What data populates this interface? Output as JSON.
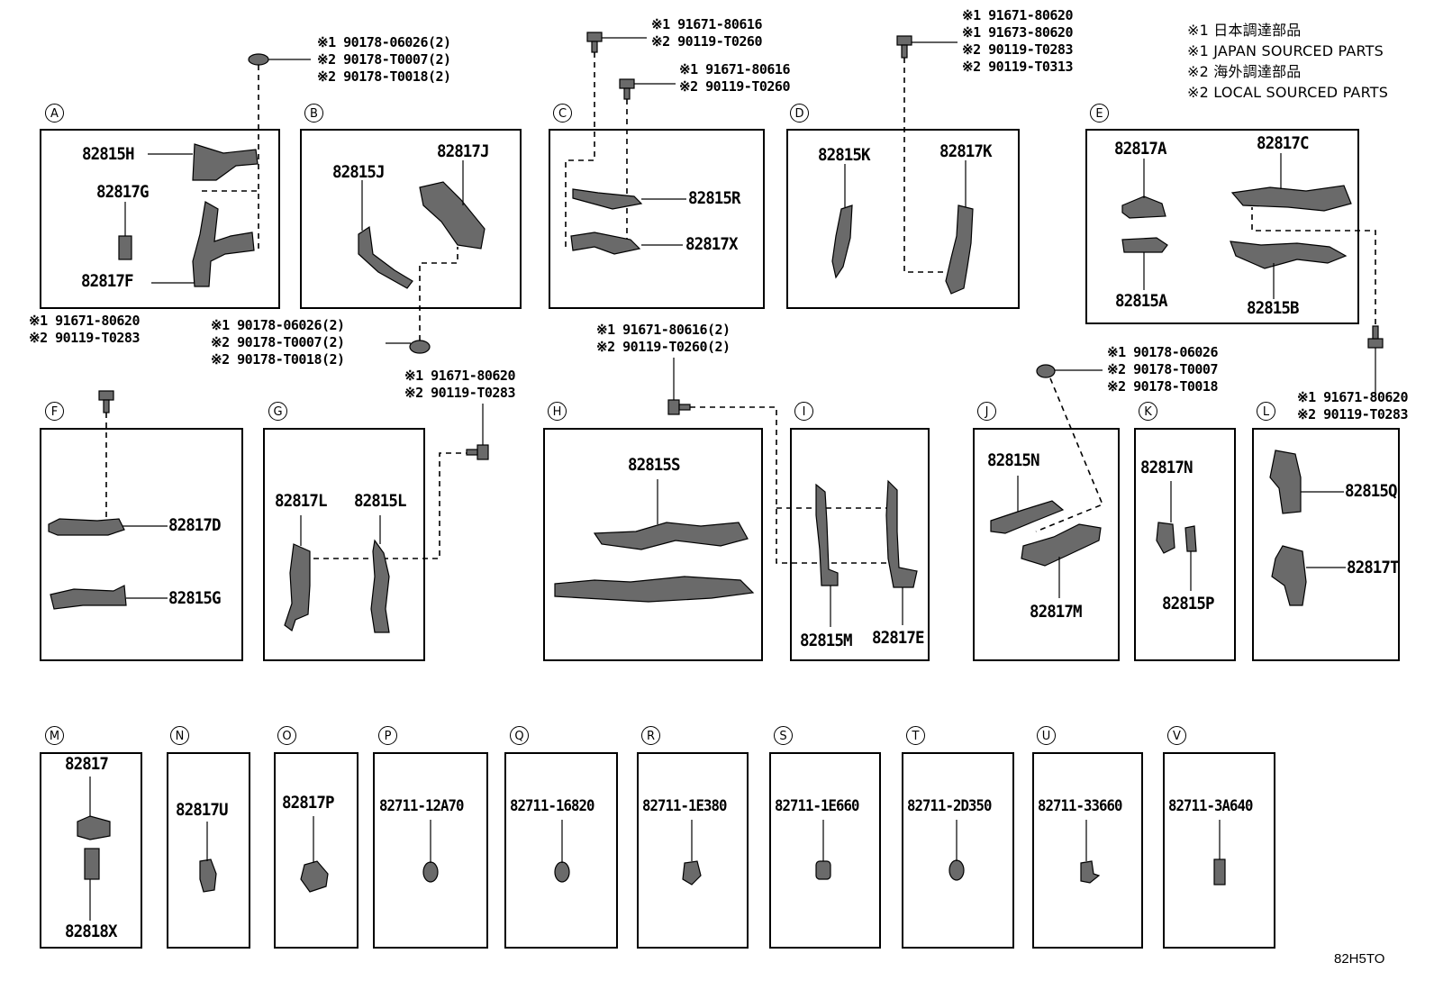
{
  "legend": [
    "※1 日本調達部品",
    "※1 JAPAN SOURCED PARTS",
    "※2 海外調達部品",
    "※2 LOCAL SOURCED PARTS"
  ],
  "diagram_code": "82H5TO",
  "callouts": {
    "A_top": [
      "※1 90178-06026(2)",
      "※2 90178-T0007(2)",
      "※2 90178-T0018(2)"
    ],
    "C_top1": [
      "※1 91671-80616",
      "※2 90119-T0260"
    ],
    "C_top2": [
      "※1 91671-80616",
      "※2 90119-T0260"
    ],
    "D_top": [
      "※1 91671-80620",
      "※1 91673-80620",
      "※2 90119-T0283",
      "※2 90119-T0313"
    ],
    "F_top": [
      "※1 91671-80620",
      "※2 90119-T0283"
    ],
    "B_bottom": [
      "※1 90178-06026(2)",
      "※2 90178-T0007(2)",
      "※2 90178-T0018(2)"
    ],
    "G_top": [
      "※1 91671-80620",
      "※2 90119-T0283"
    ],
    "H_top": [
      "※1 91671-80616(2)",
      "※2 90119-T0260(2)"
    ],
    "J_top": [
      "※1 90178-06026",
      "※2 90178-T0007",
      "※2 90178-T0018"
    ],
    "L_top": [
      "※1 91671-80620",
      "※2 90119-T0283"
    ]
  },
  "groups": [
    {
      "id": "A",
      "parts": [
        "82815H",
        "82817G",
        "82817F"
      ]
    },
    {
      "id": "B",
      "parts": [
        "82815J",
        "82817J"
      ]
    },
    {
      "id": "C",
      "parts": [
        "82815R",
        "82817X"
      ]
    },
    {
      "id": "D",
      "parts": [
        "82815K",
        "82817K"
      ]
    },
    {
      "id": "E",
      "parts": [
        "82817A",
        "82817C",
        "82815A",
        "82815B"
      ]
    },
    {
      "id": "F",
      "parts": [
        "82817D",
        "82815G"
      ]
    },
    {
      "id": "G",
      "parts": [
        "82817L",
        "82815L"
      ]
    },
    {
      "id": "H",
      "parts": [
        "82815S"
      ]
    },
    {
      "id": "I",
      "parts": [
        "82815M",
        "82817E"
      ]
    },
    {
      "id": "J",
      "parts": [
        "82815N",
        "82817M"
      ]
    },
    {
      "id": "K",
      "parts": [
        "82817N",
        "82815P"
      ]
    },
    {
      "id": "L",
      "parts": [
        "82815Q",
        "82817T"
      ]
    },
    {
      "id": "M",
      "parts": [
        "82817",
        "82818X"
      ]
    },
    {
      "id": "N",
      "parts": [
        "82817U"
      ]
    },
    {
      "id": "O",
      "parts": [
        "82817P"
      ]
    },
    {
      "id": "P",
      "parts": [
        "82711-12A70"
      ]
    },
    {
      "id": "Q",
      "parts": [
        "82711-16820"
      ]
    },
    {
      "id": "R",
      "parts": [
        "82711-1E380"
      ]
    },
    {
      "id": "S",
      "parts": [
        "82711-1E660"
      ]
    },
    {
      "id": "T",
      "parts": [
        "82711-2D350"
      ]
    },
    {
      "id": "U",
      "parts": [
        "82711-33660"
      ]
    },
    {
      "id": "V",
      "parts": [
        "82711-3A640"
      ]
    }
  ]
}
